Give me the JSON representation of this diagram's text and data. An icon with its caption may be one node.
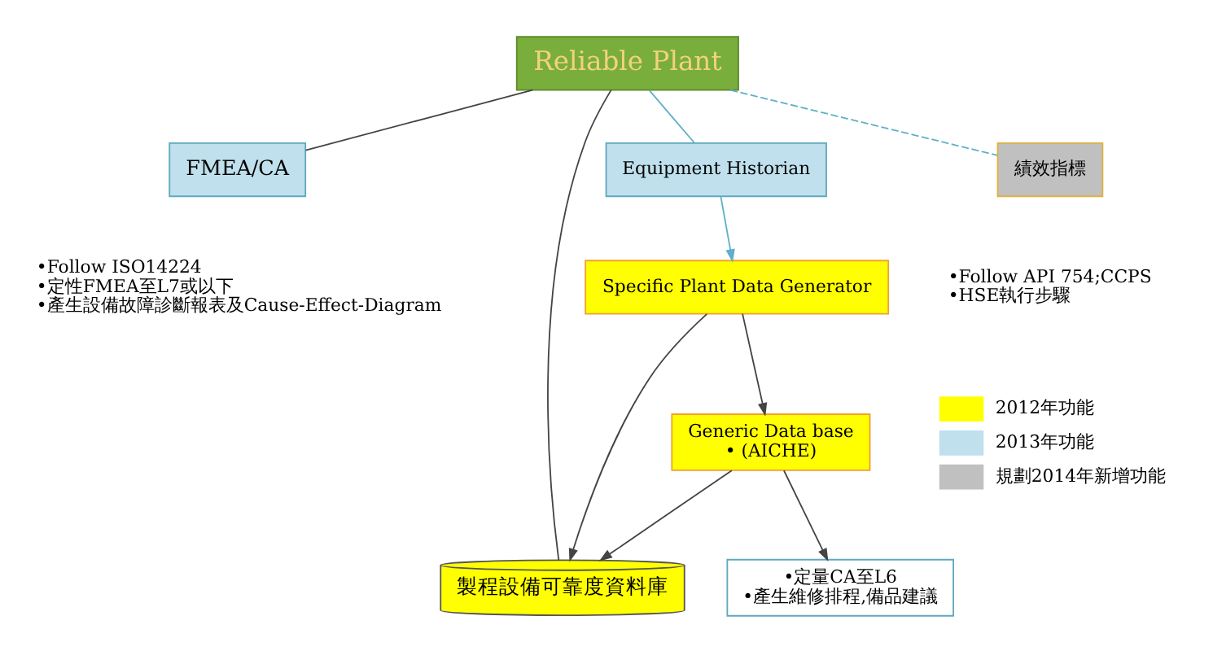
{
  "diagram": {
    "nodes": [
      {
        "text": [
          "Reliable Plant"
        ]
      },
      {
        "text": [
          "FMEA/CA"
        ],
        "beside": [
          "•Follow ISO14224",
          "•定性FMEA至L7或以下",
          "•產生設備故障診斷報表及Cause-Effect-Diagram"
        ]
      },
      {
        "text": [
          "製程設備可靠度資料庫"
        ]
      },
      {
        "text": [
          "Equipment Historian"
        ]
      },
      {
        "text": [
          "績效指標"
        ],
        "beside": [
          "•Follow API 754;CCPS",
          "•HSE執行步驟"
        ]
      },
      {
        "text": [
          "Generic Data base",
          "• (AICHE)"
        ]
      },
      {
        "text": [
          "Specific Plant Data Generator"
        ]
      },
      {
        "text": [
          "•定量CA至L6",
          "•產生維修排程,備品建議"
        ]
      }
    ],
    "edges": [
      {
        "from": 0,
        "to": 1,
        "arrow": "none"
      },
      {
        "from": 0,
        "to": 2,
        "arrow": "none"
      },
      {
        "from": 0,
        "to": 3,
        "arrow": "none",
        "color": "#5fb0c8"
      },
      {
        "from": 0,
        "to": 4,
        "arrow": "none",
        "style": "dashed",
        "color": "#5fb0c8"
      },
      {
        "from": 5,
        "to": 2,
        "arrow": "to"
      },
      {
        "from": 6,
        "to": 2,
        "arrow": "to"
      },
      {
        "from": 6,
        "to": 5,
        "arrow": "to"
      },
      {
        "from": 5,
        "to": 7,
        "arrow": "to"
      },
      {
        "from": 3,
        "to": 6,
        "arrow": "to",
        "color": "#5fb0c8"
      }
    ],
    "legend": [
      {
        "text": "2012年功能",
        "color": "#ffff00"
      },
      {
        "text": "2013年功能",
        "color": "#bfe0ec"
      },
      {
        "text": "規劃2014年新增功能",
        "color": "#c0c0c0"
      }
    ]
  }
}
